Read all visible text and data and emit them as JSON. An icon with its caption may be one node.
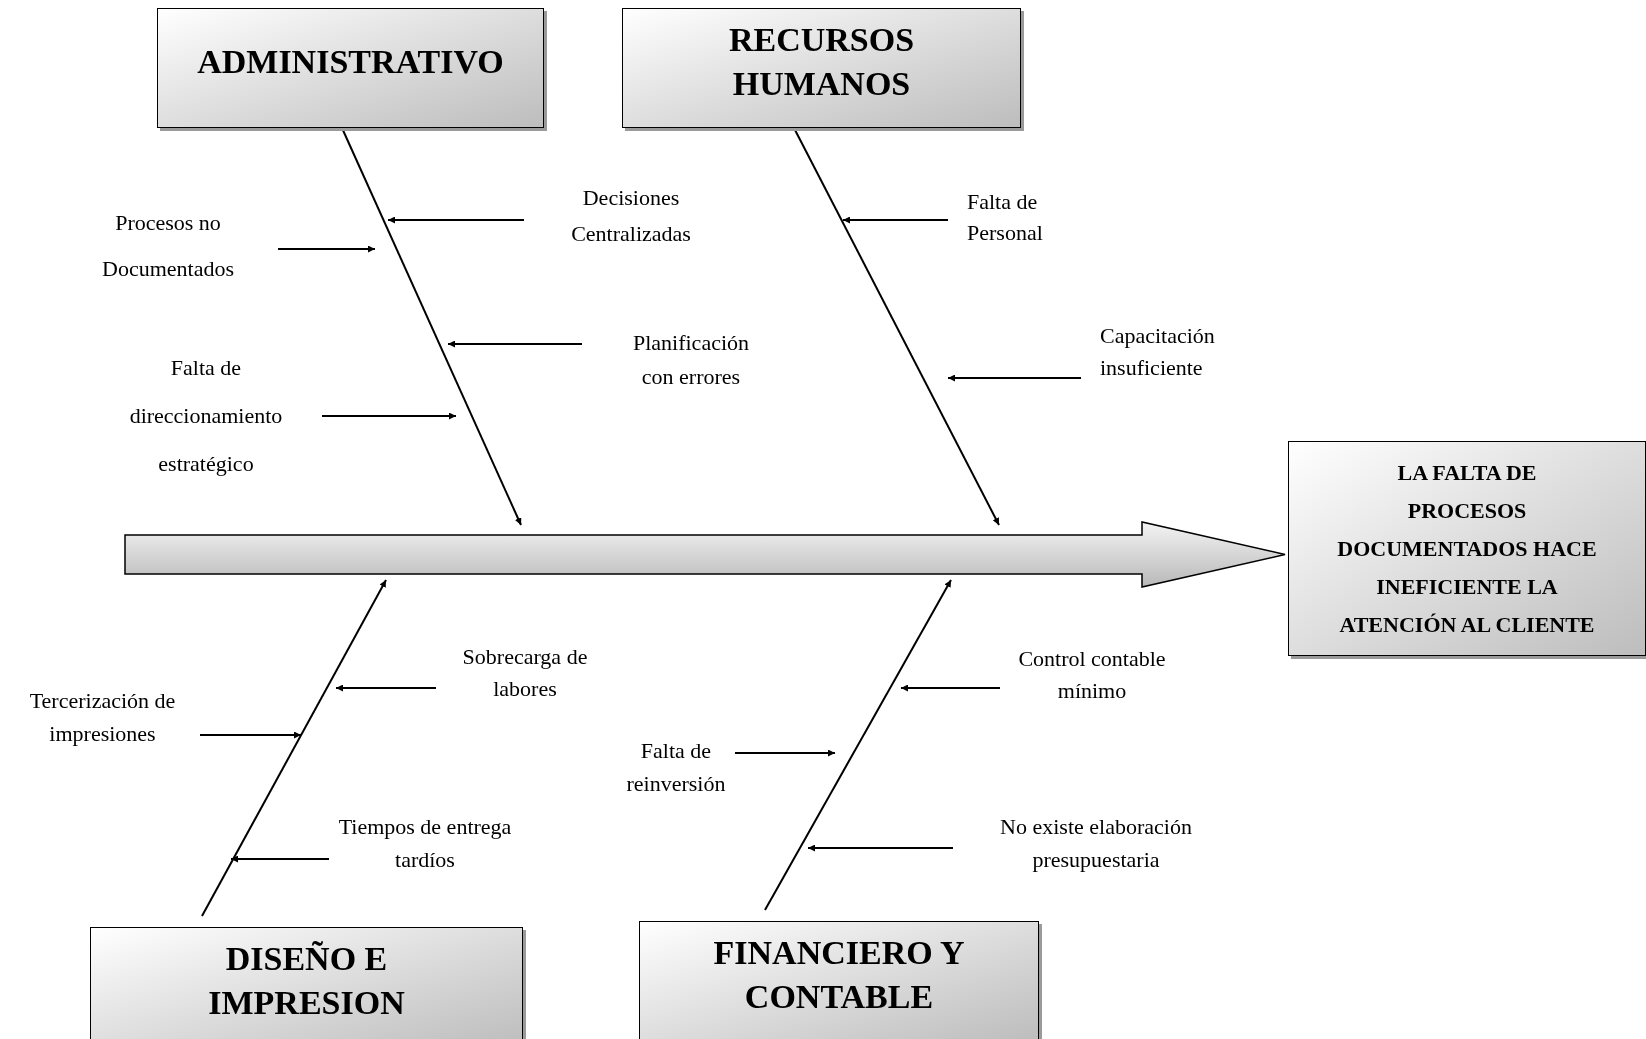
{
  "diagram": {
    "nodes": [
      {
        "text": [
          "ADMINISTRATIVO"
        ]
      },
      {
        "text": [
          "RECURSOS HUMANOS"
        ]
      },
      {
        "text": [
          "Procesos no Documentados"
        ]
      },
      {
        "text": [
          "Decisiones Centralizadas"
        ]
      },
      {
        "text": [
          "Planificación con errores"
        ]
      },
      {
        "text": [
          "Falta de direccionamiento estratégico"
        ]
      },
      {
        "text": [
          "Falta de Personal"
        ]
      },
      {
        "text": [
          "Capacitación insuficiente"
        ]
      },
      {
        "text": [],
        "shape": "arrow"
      },
      {
        "text": [
          "LA FALTA DE PROCESOS DOCUMENTADOS HACE INEFICIENTE LA ATENCIÓN AL CLIENTE"
        ]
      },
      {
        "text": [
          "Sobrecarga de labores"
        ]
      },
      {
        "text": [
          "Tercerización de impresiones"
        ]
      },
      {
        "text": [
          "Tiempos de entrega tardíos"
        ]
      },
      {
        "text": [
          "Control contable mínimo"
        ]
      },
      {
        "text": [
          "Falta de reinversión"
        ]
      },
      {
        "text": [
          "No existe elaboración presupuestaria"
        ]
      },
      {
        "text": [
          "DISEÑO E IMPRESION"
        ]
      },
      {
        "text": [
          "FINANCIERO Y CONTABLE"
        ]
      }
    ],
    "edges": [
      {
        "from": 0,
        "to": 8,
        "arrow": "to"
      },
      {
        "from": 1,
        "to": 8,
        "arrow": "to"
      },
      {
        "from": 2,
        "to": null,
        "arrow": "to"
      },
      {
        "from": 3,
        "to": null,
        "arrow": "to"
      },
      {
        "from": 4,
        "to": null,
        "arrow": "to"
      },
      {
        "from": 5,
        "to": null,
        "arrow": "to"
      },
      {
        "from": 6,
        "to": null,
        "arrow": "to"
      },
      {
        "from": 7,
        "to": null,
        "arrow": "to"
      },
      {
        "from": 10,
        "to": null,
        "arrow": "to"
      },
      {
        "from": 11,
        "to": null,
        "arrow": "to"
      },
      {
        "from": 12,
        "to": null,
        "arrow": "to"
      },
      {
        "from": 13,
        "to": null,
        "arrow": "to"
      },
      {
        "from": 14,
        "to": null,
        "arrow": "to"
      },
      {
        "from": 15,
        "to": null,
        "arrow": "to"
      },
      {
        "from": 16,
        "to": 8,
        "arrow": "to"
      },
      {
        "from": 17,
        "to": 8,
        "arrow": "to"
      }
    ]
  }
}
